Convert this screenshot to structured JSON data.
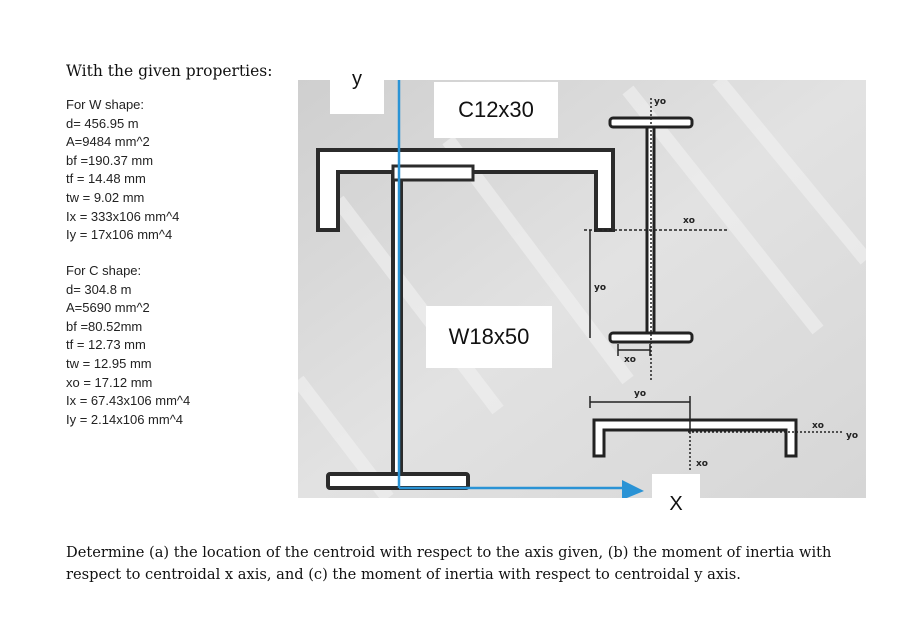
{
  "heading": "With the given properties:",
  "w_shape": {
    "lines": [
      "For W shape:",
      "d= 456.95 m",
      "A=9484 mm^2",
      "bf =190.37 mm",
      "tf = 14.48 mm",
      "tw = 9.02 mm",
      "Ix = 333x106 mm^4",
      "Iy = 17x106 mm^4"
    ]
  },
  "c_shape": {
    "lines": [
      "For C shape:",
      "d= 304.8 m",
      "A=5690 mm^2",
      "bf =80.52mm",
      "tf = 12.73 mm",
      "tw = 12.95 mm",
      "xo = 17.12 mm",
      "Ix = 67.43x106 mm^4",
      "Iy = 2.14x106 mm^4"
    ]
  },
  "figure": {
    "channel_label": "C12x30",
    "wide_flange_label": "W18x50",
    "y_axis_label": "y",
    "x_axis_label": "X",
    "axis_color": "#2a93d5",
    "sketch_labels": {
      "w_top_yo": "yo",
      "w_xo": "xo",
      "w_yo": "yo",
      "w_bottom_xo": "xo",
      "c_yo": "yo",
      "c_xo_right": "xo",
      "c_yo_right": "yo",
      "c_xo_bottom": "xo"
    }
  },
  "question": "Determine  (a) the location of the centroid with respect to the axis given, (b) the moment of inertia with respect to centroidal x axis, and (c) the moment of inertia with respect to centroidal y axis."
}
